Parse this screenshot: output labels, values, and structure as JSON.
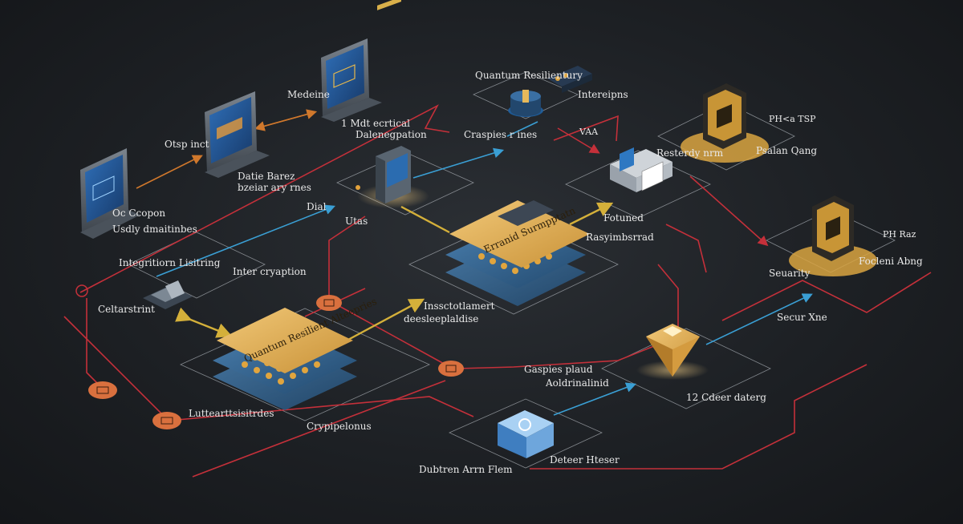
{
  "labels": {
    "medeine": "Medeine",
    "l_mdt_ecrtical": "1 Mdt ecrtical",
    "dalenegpation": "Dalenegpation",
    "otsp_inct": "Otsp inct",
    "datie_barez": "Datie Barez",
    "bzeiar_ary_rnes": "bzeiar ary rnes",
    "oc_ccopon": "Oc Ccopon",
    "usdly_dmaitinbes": "Usdly dmaitinbes",
    "quantum_resilientury": "Quantum Resilientury",
    "intereipns": "Intereipns",
    "craspies_hnes": "Craspies r ines",
    "dial": "Dial",
    "utas": "Utas",
    "integritiorn_listing": "Integritiorn Lisitring",
    "inter_cryaption": "Inter cryaption",
    "celtarstrint": "Celtarstrint",
    "erranid_surmpptatn": "Erranid Surmpptatn",
    "rasyimbsrrad": "Rasyimbsrrad",
    "inssctotlamert": "Inssctotlamert",
    "deesleeplaldise": "deesleeplaldise",
    "quantum_resilient_alteepries": "Quantum Resilient Alteepries",
    "lutteattsisitrdes": "Luttearttsisitrdes",
    "crypipelonus": "Crypipelonus",
    "fotuned": "Fotuned",
    "resterdy_nrm": "Resterdy nrm",
    "vaa": "VAA",
    "pha_tsp": "PH<a TSP",
    "psalan_qang": "Psalan Qang",
    "ph_raz": "PH Raz",
    "seuarity": "Seuarity",
    "focleni_abng": "Focleni Abng",
    "secur_xne": "Secur Xne",
    "l2_cdeer_daterg": "12 Cdeer daterg",
    "gaspies_plaud": "Gaspies plaud",
    "aoldrinalinid": "Aoldrinalinid",
    "dubtren_arrn_flem": "Dubtren Arrn Flem",
    "deteer_hteser": "Deteer Hteser"
  },
  "colors": {
    "background": "#1d2024",
    "red_line": "#c4303a",
    "blue_line": "#3a9fd4",
    "orange_line": "#d0782c",
    "gold": "#e3b45a",
    "token": "#d9703e"
  }
}
